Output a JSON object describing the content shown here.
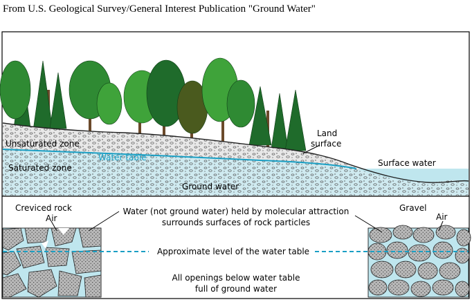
{
  "caption": "From U.S. Geological Survey/General Interest Publication \"Ground Water\"",
  "labels": {
    "land_surface_1": "Land",
    "land_surface_2": "surface",
    "unsaturated_zone": "Unsaturated zone",
    "water_table": "Water table",
    "saturated_zone": "Saturated zone",
    "ground_water": "Ground water",
    "surface_water": "Surface water",
    "creviced_rock": "Creviced rock",
    "air_left": "Air",
    "gravel": "Gravel",
    "air_right": "Air",
    "molecular_1": "Water (not ground water) held by molecular attraction",
    "molecular_2": "surrounds surfaces of rock particles",
    "approx_level": "Approximate level of the water table",
    "openings_1": "All openings below water table",
    "openings_2": "full of ground water"
  },
  "colors": {
    "water": "#bfe6ee",
    "water_table_line": "#1a9fc4",
    "soil": "#d9d9d9",
    "rock": "#b9b9b9",
    "tree_dark": "#1f6b2b",
    "tree_light": "#3fa33a",
    "trunk": "#6b4a2b"
  }
}
